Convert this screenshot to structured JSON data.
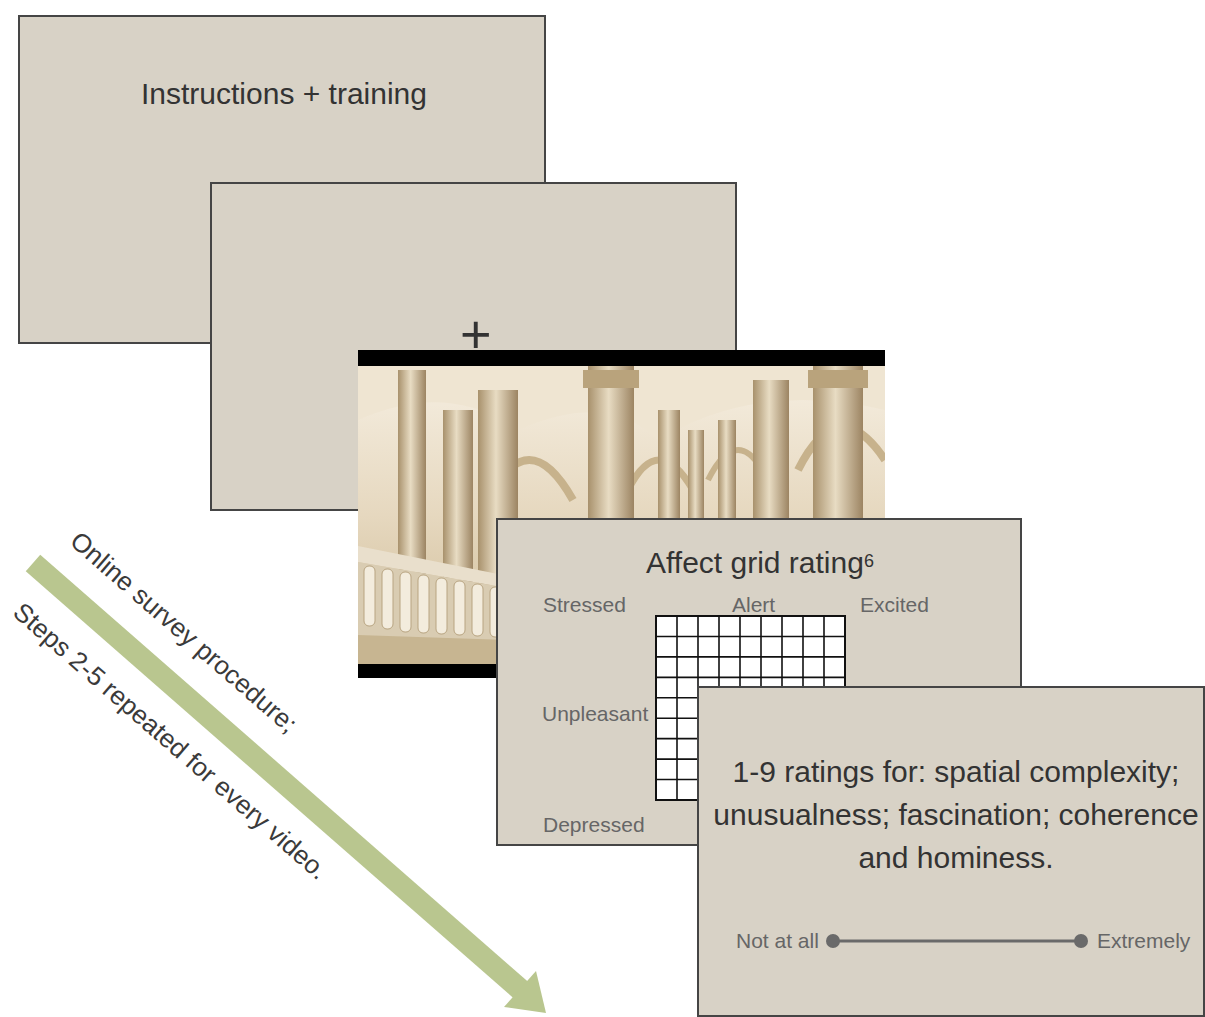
{
  "diagram": {
    "nodes": [
      {
        "text": [
          "Instructions + training"
        ]
      },
      {
        "text": [
          "+"
        ]
      },
      {
        "text": [
          "Affect grid rating",
          "6",
          "Stressed",
          "Alert",
          "Excited",
          "Unpleasant",
          "Depressed"
        ]
      },
      {
        "text": [
          "1-9 ratings for: spatial complexity; unusualness; fascination; coherence and hominess.",
          "Not at all",
          "Extremely"
        ]
      }
    ],
    "labels": [
      "Online survey procedure;",
      "Steps 2-5 repeated for every video."
    ]
  }
}
